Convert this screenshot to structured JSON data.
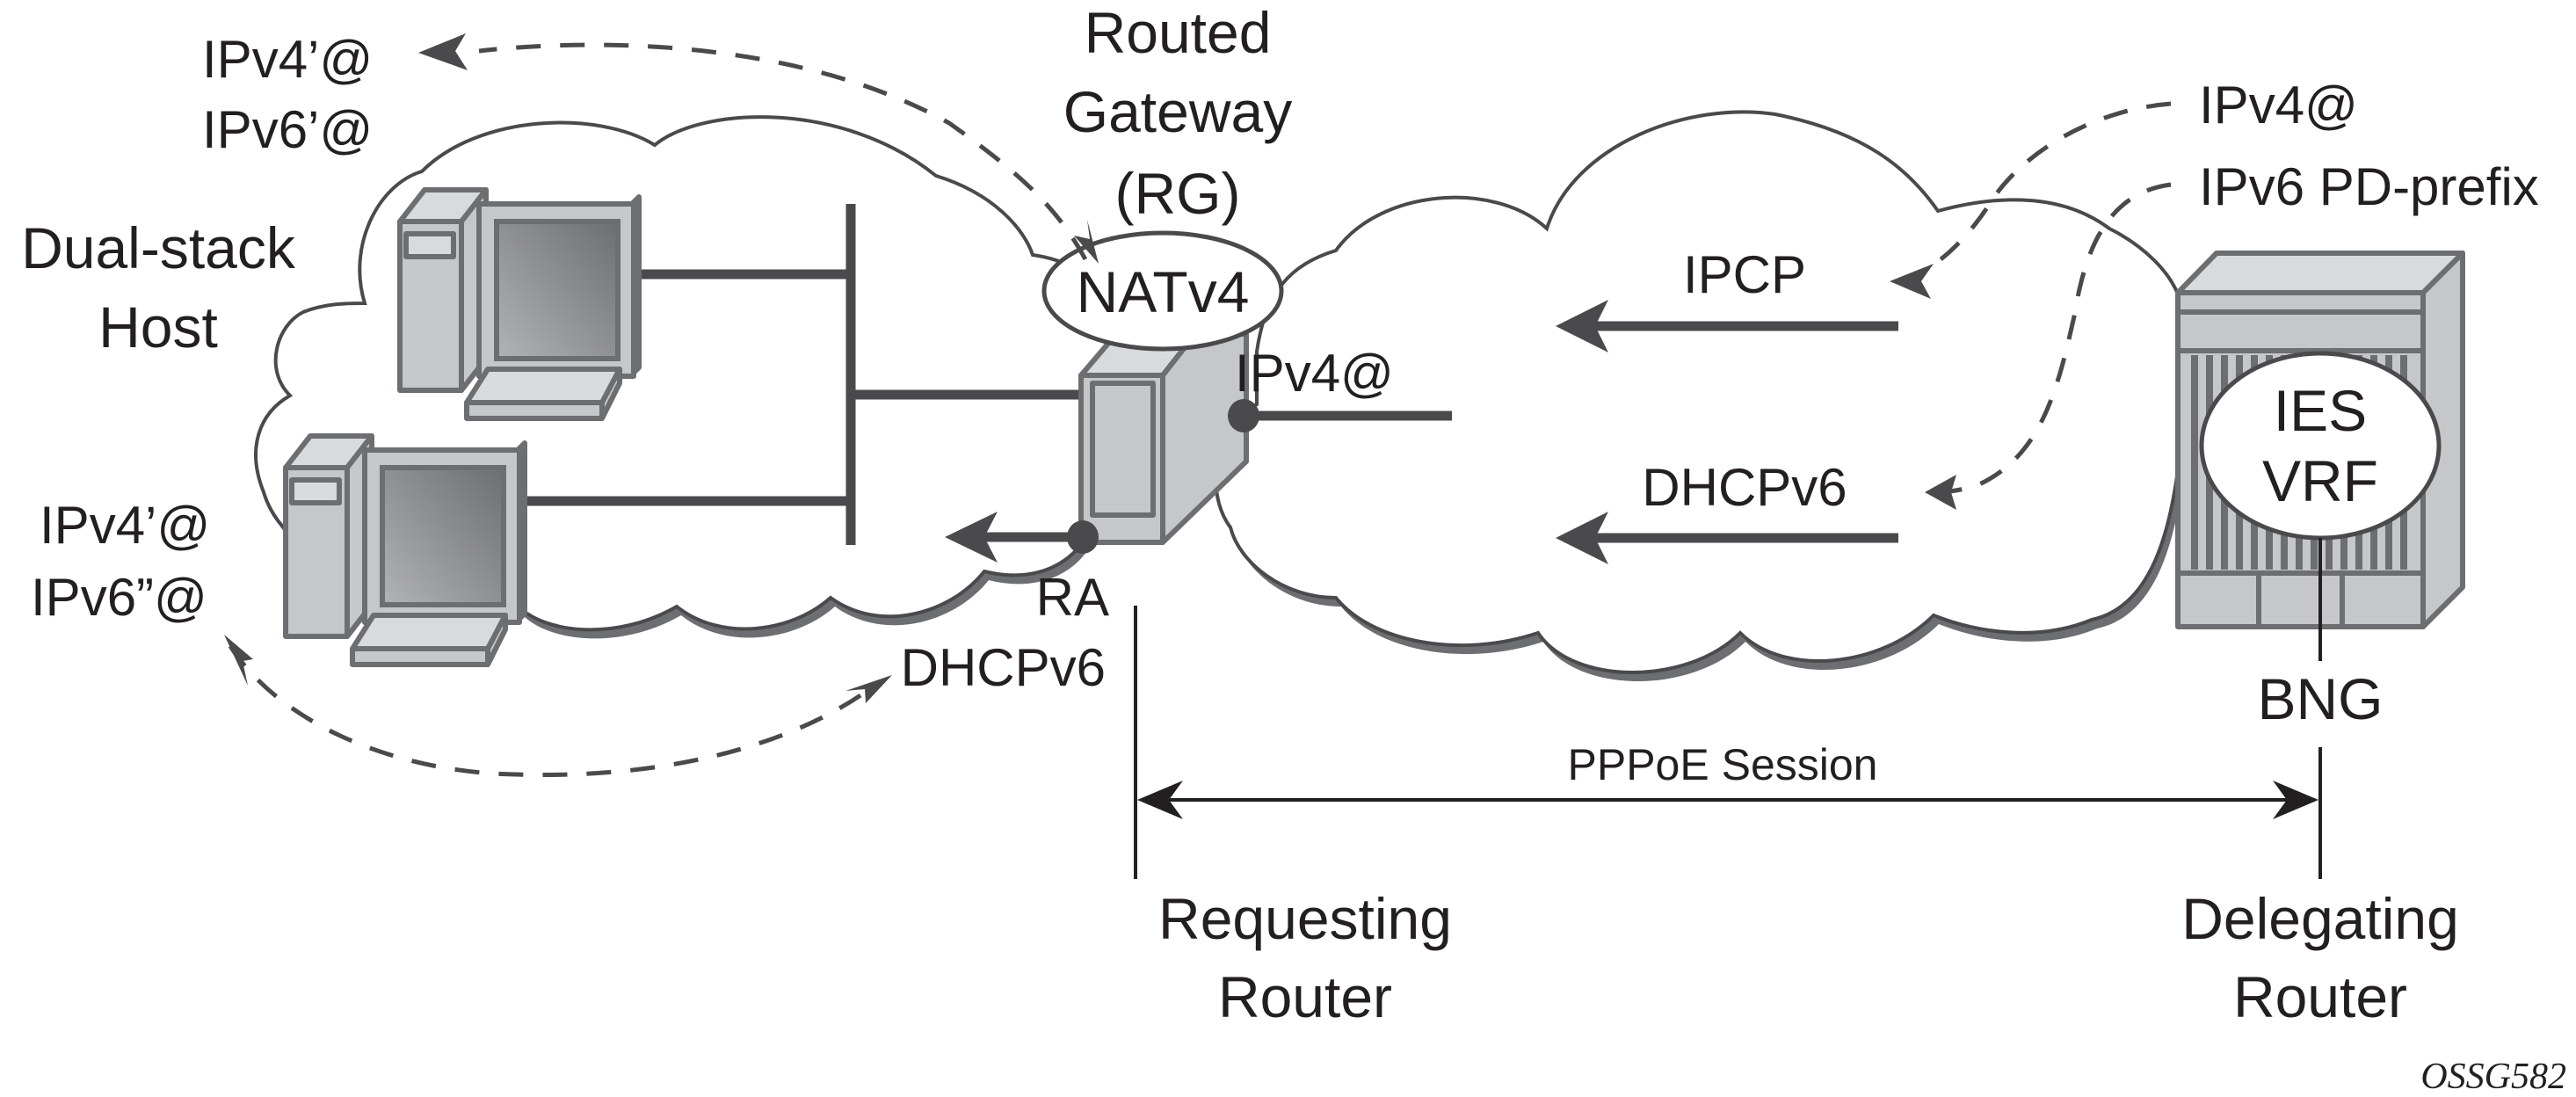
{
  "title": "Dual-stack host behind Routed Gateway with PPPoE session to BNG",
  "labels": {
    "rg_title_line1": "Routed",
    "rg_title_line2": "Gateway",
    "rg_title_line3": "(RG)",
    "nat": "NATv4",
    "host_line1": "Dual-stack",
    "host_line2": "Host",
    "host1_ipv4": "IPv4’@",
    "host1_ipv6": "IPv6’@",
    "host2_ipv4": "IPv4’@",
    "host2_ipv6": "IPv6”@",
    "rg_wan_ipv4": "IPv4@",
    "ra": "RA",
    "lan_dhcpv6": "DHCPv6",
    "ipcp": "IPCP",
    "wan_dhcpv6": "DHCPv6",
    "bng_ipv4": "IPv4@",
    "bng_pd": "IPv6 PD-prefix",
    "bng_service_line1": "IES",
    "bng_service_line2": "VRF",
    "bng": "BNG",
    "session": "PPPoE Session",
    "requesting_line1": "Requesting",
    "requesting_line2": "Router",
    "delegating_line1": "Delegating",
    "delegating_line2": "Router",
    "figure_id": "OSSG582"
  },
  "colors": {
    "line": "#4a4a4c",
    "text": "#231f20",
    "device_face": "#c6c7c9",
    "device_top": "#d9dadb",
    "device_edge": "#6d6e71",
    "cloud_shadow": "#6d6e71"
  }
}
